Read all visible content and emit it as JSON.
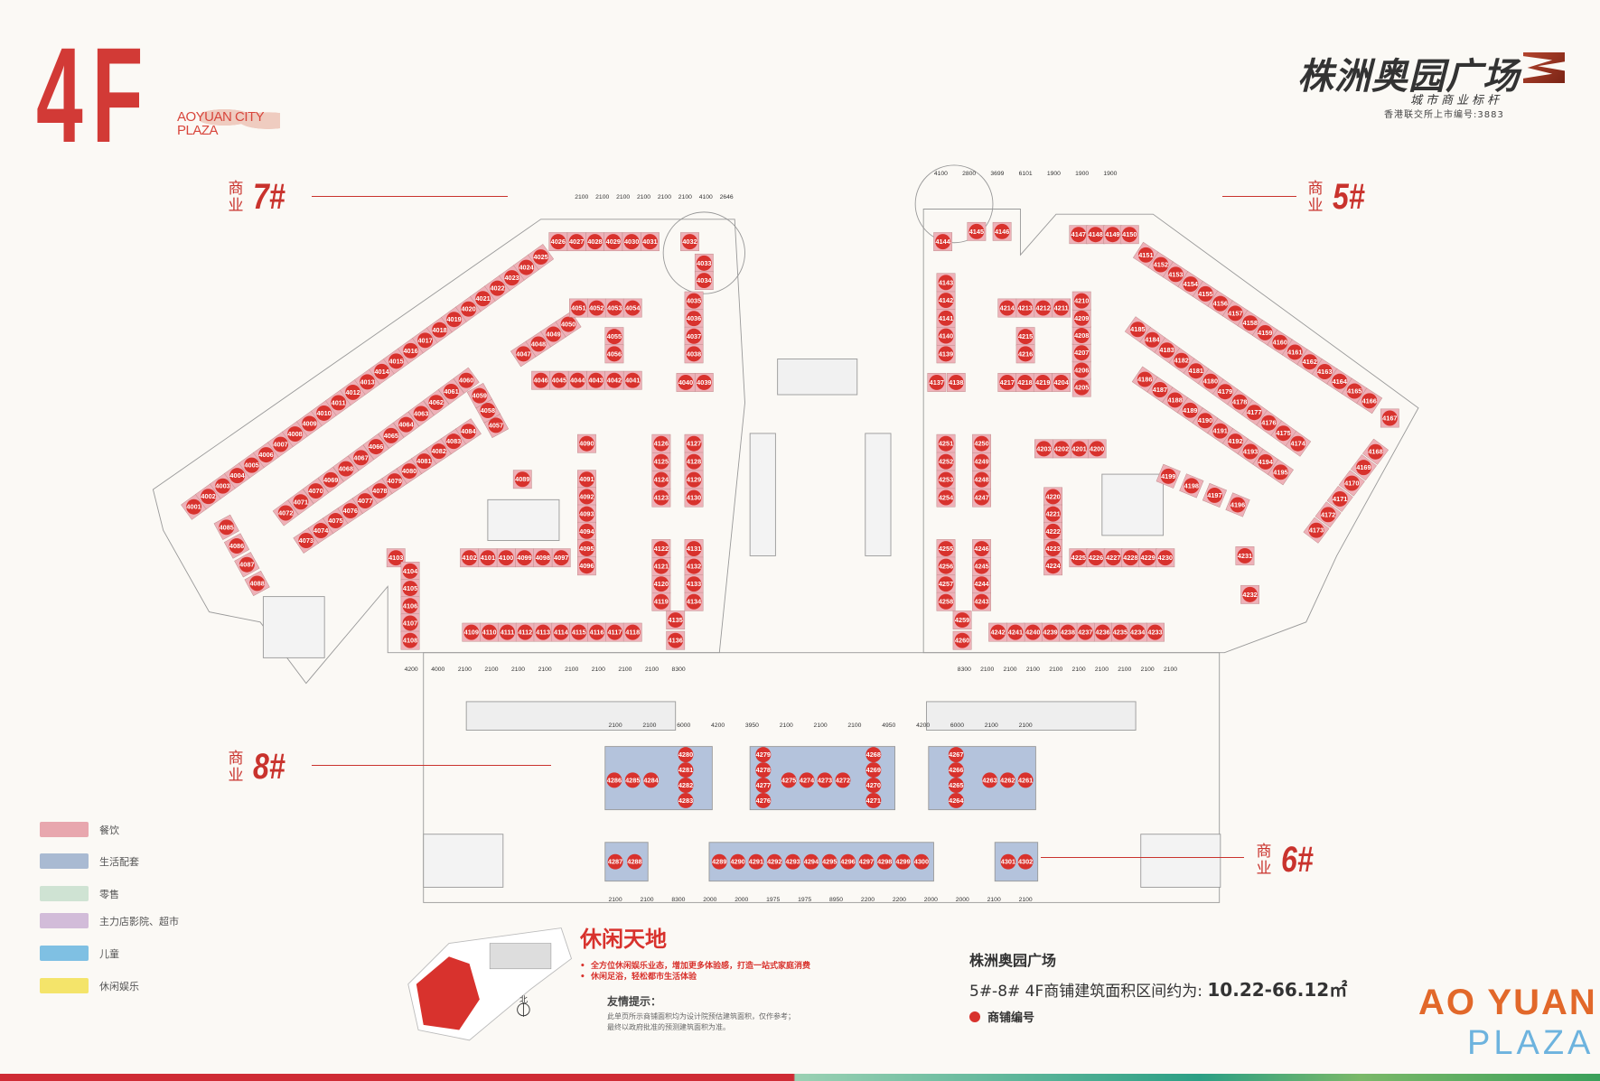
{
  "header": {
    "floor": "4F",
    "city_logo_line1": "AOYUAN CITY",
    "city_logo_line2": "PLAZA",
    "brand_title": "株洲奥园广场",
    "brand_slogan": "城市商业标杆",
    "brand_listing": "香港联交所上市编号:3883"
  },
  "buildings": [
    {
      "prefix": "商",
      "prefix2": "业",
      "number": "7#"
    },
    {
      "prefix": "商",
      "prefix2": "业",
      "number": "5#"
    },
    {
      "prefix": "商",
      "prefix2": "业",
      "number": "8#"
    },
    {
      "prefix": "商",
      "prefix2": "业",
      "number": "6#"
    }
  ],
  "legend": [
    {
      "label": "餐饮",
      "color": "#e8a7ae"
    },
    {
      "label": "生活配套",
      "color": "#a9bad2"
    },
    {
      "label": "零售",
      "color": "#cfe3d3"
    },
    {
      "label": "主力店影院、超市",
      "color": "#d2bcd9"
    },
    {
      "label": "儿童",
      "color": "#7fc0e3"
    },
    {
      "label": "休闲娱乐",
      "color": "#f4e46a"
    }
  ],
  "unit_colors": {
    "dining": "#eeb1b8",
    "living": "#b4c3dc",
    "marker": "#d8322d"
  },
  "unit_blocks": [
    {
      "from": 4001,
      "to": 4025,
      "zone": "dining"
    },
    {
      "from": 4026,
      "to": 4031,
      "zone": "dining"
    },
    {
      "from": 4032,
      "to": 4032,
      "zone": "dining"
    },
    {
      "from": 4033,
      "to": 4034,
      "zone": "dining"
    },
    {
      "from": 4035,
      "to": 4038,
      "zone": "dining"
    },
    {
      "from": 4039,
      "to": 4040,
      "zone": "dining"
    },
    {
      "from": 4041,
      "to": 4046,
      "zone": "dining"
    },
    {
      "from": 4047,
      "to": 4050,
      "zone": "dining"
    },
    {
      "from": 4051,
      "to": 4054,
      "zone": "dining"
    },
    {
      "from": 4055,
      "to": 4056,
      "zone": "dining"
    },
    {
      "from": 4057,
      "to": 4059,
      "zone": "dining"
    },
    {
      "from": 4060,
      "to": 4072,
      "zone": "dining"
    },
    {
      "from": 4073,
      "to": 4084,
      "zone": "dining"
    },
    {
      "from": 4085,
      "to": 4088,
      "zone": "dining"
    },
    {
      "from": 4089,
      "to": 4089,
      "zone": "dining"
    },
    {
      "from": 4090,
      "to": 4090,
      "zone": "dining"
    },
    {
      "from": 4091,
      "to": 4096,
      "zone": "dining"
    },
    {
      "from": 4097,
      "to": 4102,
      "zone": "dining"
    },
    {
      "from": 4103,
      "to": 4103,
      "zone": "dining"
    },
    {
      "from": 4104,
      "to": 4108,
      "zone": "dining"
    },
    {
      "from": 4109,
      "to": 4118,
      "zone": "dining"
    },
    {
      "from": 4119,
      "to": 4122,
      "zone": "dining"
    },
    {
      "from": 4123,
      "to": 4126,
      "zone": "dining"
    },
    {
      "from": 4127,
      "to": 4130,
      "zone": "dining"
    },
    {
      "from": 4131,
      "to": 4134,
      "zone": "dining"
    },
    {
      "from": 4135,
      "to": 4136,
      "zone": "dining"
    },
    {
      "from": 4137,
      "to": 4138,
      "zone": "dining"
    },
    {
      "from": 4139,
      "to": 4143,
      "zone": "dining"
    },
    {
      "from": 4144,
      "to": 4144,
      "zone": "dining"
    },
    {
      "from": 4145,
      "to": 4146,
      "zone": "dining"
    },
    {
      "from": 4147,
      "to": 4150,
      "zone": "dining"
    },
    {
      "from": 4151,
      "to": 4166,
      "zone": "dining"
    },
    {
      "from": 4167,
      "to": 4167,
      "zone": "dining"
    },
    {
      "from": 4168,
      "to": 4173,
      "zone": "dining"
    },
    {
      "from": 4174,
      "to": 4185,
      "zone": "dining"
    },
    {
      "from": 4186,
      "to": 4195,
      "zone": "dining"
    },
    {
      "from": 4196,
      "to": 4199,
      "zone": "dining"
    },
    {
      "from": 4200,
      "to": 4203,
      "zone": "dining"
    },
    {
      "from": 4204,
      "to": 4204,
      "zone": "dining"
    },
    {
      "from": 4205,
      "to": 4210,
      "zone": "dining"
    },
    {
      "from": 4211,
      "to": 4214,
      "zone": "dining"
    },
    {
      "from": 4215,
      "to": 4216,
      "zone": "dining"
    },
    {
      "from": 4217,
      "to": 4219,
      "zone": "dining"
    },
    {
      "from": 4220,
      "to": 4224,
      "zone": "dining"
    },
    {
      "from": 4225,
      "to": 4230,
      "zone": "dining"
    },
    {
      "from": 4231,
      "to": 4231,
      "zone": "dining"
    },
    {
      "from": 4232,
      "to": 4232,
      "zone": "dining"
    },
    {
      "from": 4233,
      "to": 4242,
      "zone": "dining"
    },
    {
      "from": 4243,
      "to": 4246,
      "zone": "dining"
    },
    {
      "from": 4247,
      "to": 4250,
      "zone": "dining"
    },
    {
      "from": 4251,
      "to": 4254,
      "zone": "dining"
    },
    {
      "from": 4255,
      "to": 4258,
      "zone": "dining"
    },
    {
      "from": 4259,
      "to": 4260,
      "zone": "dining"
    },
    {
      "from": 4261,
      "to": 4263,
      "zone": "living"
    },
    {
      "from": 4264,
      "to": 4267,
      "zone": "living"
    },
    {
      "from": 4268,
      "to": 4271,
      "zone": "living"
    },
    {
      "from": 4272,
      "to": 4275,
      "zone": "living"
    },
    {
      "from": 4276,
      "to": 4279,
      "zone": "living"
    },
    {
      "from": 4280,
      "to": 4283,
      "zone": "living"
    },
    {
      "from": 4284,
      "to": 4286,
      "zone": "living"
    },
    {
      "from": 4287,
      "to": 4288,
      "zone": "living"
    },
    {
      "from": 4289,
      "to": 4300,
      "zone": "living"
    },
    {
      "from": 4301,
      "to": 4302,
      "zone": "living"
    }
  ],
  "dimension_rows": [
    [
      "2100",
      "2100",
      "2100",
      "2100",
      "2100",
      "2100",
      "4100",
      "2646"
    ],
    [
      "4100",
      "2800",
      "3699",
      "6101",
      "1900",
      "1900",
      "1900"
    ],
    [
      "4200",
      "4000",
      "2100",
      "2100",
      "2100",
      "2100",
      "2100",
      "2100",
      "2100",
      "2100",
      "8300"
    ],
    [
      "8300",
      "2100",
      "2100",
      "2100",
      "2100",
      "2100",
      "2100",
      "2100",
      "2100",
      "2100"
    ],
    [
      "2100",
      "2100",
      "6000",
      "4200",
      "3950",
      "2100",
      "2100",
      "2100",
      "4950",
      "4200",
      "6000",
      "2100",
      "2100"
    ],
    [
      "2100",
      "2100",
      "8300",
      "2000",
      "2000",
      "1975",
      "1975",
      "8950",
      "2200",
      "2200",
      "2000",
      "2000",
      "2100",
      "2100"
    ]
  ],
  "leisure": {
    "title": "休闲天地",
    "bullets": [
      "全方位休闲娱乐业态，增加更多体验感，打造一站式家庭消费",
      "休闲足浴，轻松都市生活体验"
    ],
    "tip_title": "友情提示：",
    "tip_lines": [
      "此单页所示商铺面积均为设计院预估建筑面积，仅作参考；",
      "最终以政府批准的预测建筑面积为准。"
    ],
    "north": "北"
  },
  "info": {
    "name": "株洲奥园广场",
    "area_prefix": "5#-8# 4F商铺建筑面积区间约为:",
    "area_value": "10.22-66.12㎡",
    "marker_label": "商铺编号"
  },
  "footer_logo": {
    "line1": "AO YUAN",
    "line2": "PLAZA"
  }
}
